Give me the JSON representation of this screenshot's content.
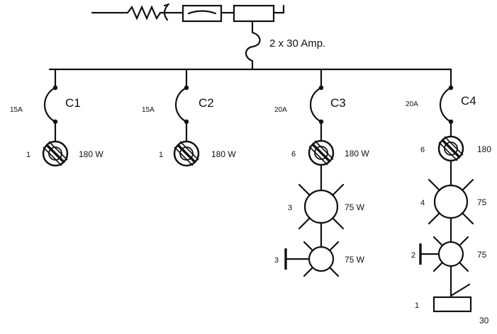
{
  "supply": {
    "fuse_label": "2 x 30 Amp."
  },
  "circuits": [
    {
      "id": "C1",
      "breaker_rating": "15A",
      "loads": [
        {
          "kind": "fluorescent",
          "count": "1",
          "power": "180 W"
        }
      ]
    },
    {
      "id": "C2",
      "breaker_rating": "15A",
      "loads": [
        {
          "kind": "fluorescent",
          "count": "1",
          "power": "180 W"
        }
      ]
    },
    {
      "id": "C3",
      "breaker_rating": "20A",
      "loads": [
        {
          "kind": "fluorescent",
          "count": "6",
          "power": "180 W"
        },
        {
          "kind": "lamp",
          "count": "3",
          "power": "75 W"
        },
        {
          "kind": "wall-lamp",
          "count": "3",
          "power": "75 W"
        }
      ]
    },
    {
      "id": "C4",
      "breaker_rating": "20A",
      "loads": [
        {
          "kind": "fluorescent",
          "count": "6",
          "power": "180"
        },
        {
          "kind": "lamp",
          "count": "4",
          "power": "75"
        },
        {
          "kind": "wall-lamp",
          "count": "2",
          "power": "75"
        },
        {
          "kind": "switch",
          "count": "1",
          "power": "30"
        }
      ]
    }
  ],
  "colors": {
    "ink": "#111111",
    "background": "#ffffff"
  }
}
